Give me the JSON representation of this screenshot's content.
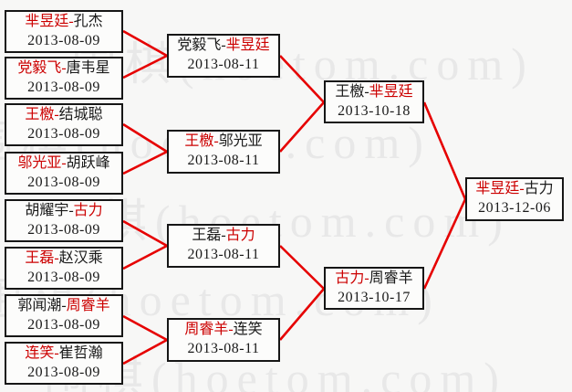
{
  "watermark": {
    "text": "围棋(hoetom.com)",
    "color": "#e8e8e8"
  },
  "separator": "-",
  "colors": {
    "winner_red": "#cc0000",
    "connector_red": "#e60000",
    "text_black": "#1a1a1a",
    "background": "#f7f7f6"
  },
  "bracket": {
    "rounds": [
      {
        "name": "round-1",
        "matches": [
          {
            "left": {
              "name": "芈昱廷",
              "winner": true
            },
            "right": {
              "name": "孔杰",
              "winner": false
            },
            "date": "2013-08-09"
          },
          {
            "left": {
              "name": "党毅飞",
              "winner": true
            },
            "right": {
              "name": "唐韦星",
              "winner": false
            },
            "date": "2013-08-09"
          },
          {
            "left": {
              "name": "王檄",
              "winner": true
            },
            "right": {
              "name": "结城聪",
              "winner": false
            },
            "date": "2013-08-09"
          },
          {
            "left": {
              "name": "邬光亚",
              "winner": true
            },
            "right": {
              "name": "胡跃峰",
              "winner": false
            },
            "date": "2013-08-09"
          },
          {
            "left": {
              "name": "胡耀宇",
              "winner": false
            },
            "right": {
              "name": "古力",
              "winner": true
            },
            "date": "2013-08-09"
          },
          {
            "left": {
              "name": "王磊",
              "winner": true
            },
            "right": {
              "name": "赵汉乘",
              "winner": false
            },
            "date": "2013-08-09"
          },
          {
            "left": {
              "name": "郭闻潮",
              "winner": false
            },
            "right": {
              "name": "周睿羊",
              "winner": true
            },
            "date": "2013-08-09"
          },
          {
            "left": {
              "name": "连笑",
              "winner": true
            },
            "right": {
              "name": "崔哲瀚",
              "winner": false
            },
            "date": "2013-08-09"
          }
        ]
      },
      {
        "name": "round-2",
        "matches": [
          {
            "left": {
              "name": "党毅飞",
              "winner": false
            },
            "right": {
              "name": "芈昱廷",
              "winner": true
            },
            "date": "2013-08-11"
          },
          {
            "left": {
              "name": "王檄",
              "winner": true
            },
            "right": {
              "name": "邬光亚",
              "winner": false
            },
            "date": "2013-08-11"
          },
          {
            "left": {
              "name": "王磊",
              "winner": false
            },
            "right": {
              "name": "古力",
              "winner": true
            },
            "date": "2013-08-11"
          },
          {
            "left": {
              "name": "周睿羊",
              "winner": true
            },
            "right": {
              "name": "连笑",
              "winner": false
            },
            "date": "2013-08-11"
          }
        ]
      },
      {
        "name": "semifinals",
        "matches": [
          {
            "left": {
              "name": "王檄",
              "winner": false
            },
            "right": {
              "name": "芈昱廷",
              "winner": true
            },
            "date": "2013-10-18"
          },
          {
            "left": {
              "name": "古力",
              "winner": true
            },
            "right": {
              "name": "周睿羊",
              "winner": false
            },
            "date": "2013-10-17"
          }
        ]
      },
      {
        "name": "final",
        "matches": [
          {
            "left": {
              "name": "芈昱廷",
              "winner": true
            },
            "right": {
              "name": "古力",
              "winner": false
            },
            "date": "2013-12-06"
          }
        ]
      }
    ]
  }
}
